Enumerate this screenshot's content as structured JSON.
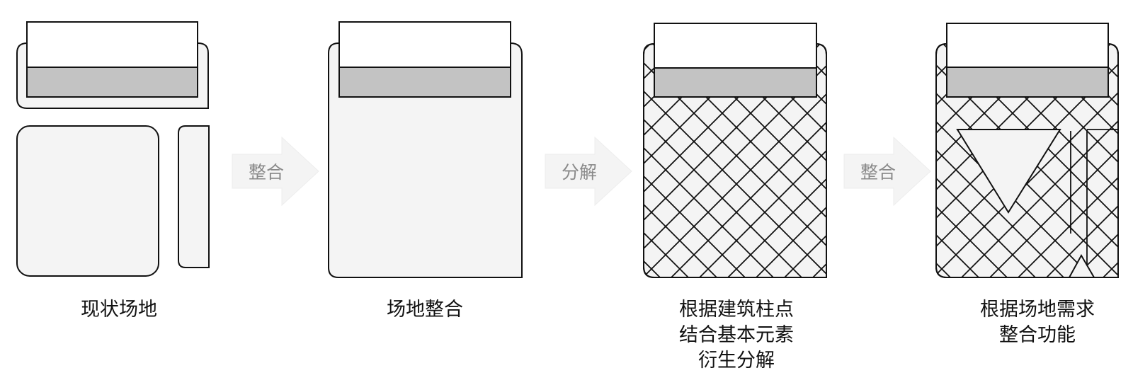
{
  "colors": {
    "stroke": "#111111",
    "fill_light": "#f4f4f4",
    "fill_band": "#c3c3c3",
    "white": "#ffffff",
    "arrow_fill": "#f4f4f4",
    "arrow_text": "#8a8a8a"
  },
  "arrows": [
    {
      "label": "整合"
    },
    {
      "label": "分解"
    },
    {
      "label": "整合"
    }
  ],
  "stages": [
    {
      "label": "现状场地"
    },
    {
      "label": "场地整合"
    },
    {
      "label": "根据建筑柱点\n结合基本元素\n衍生分解"
    },
    {
      "label": "根据场地需求\n整合功能"
    }
  ]
}
